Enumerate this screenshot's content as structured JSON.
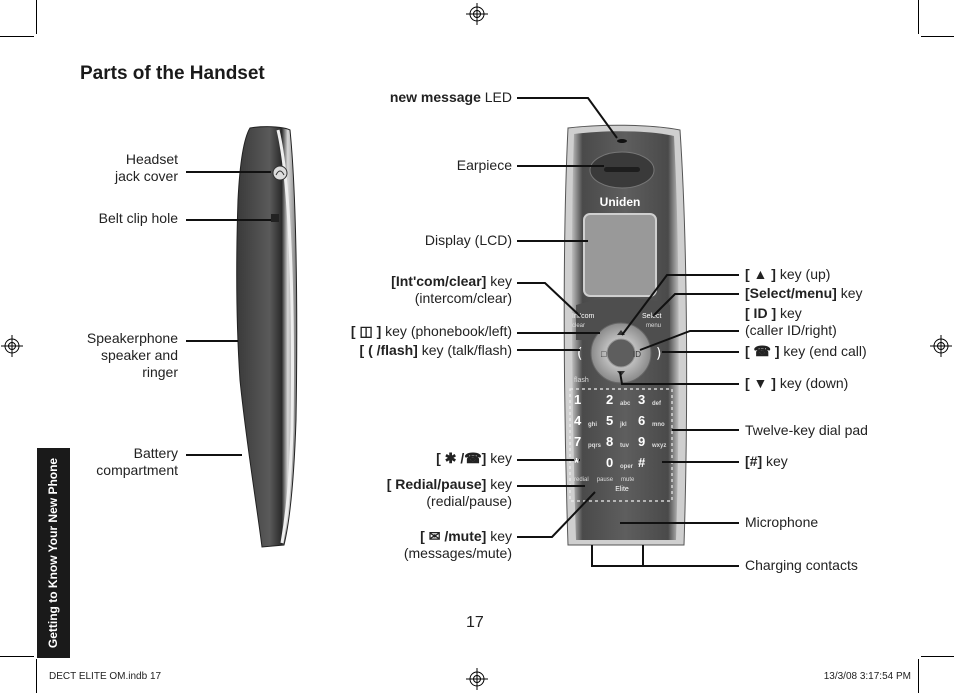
{
  "page": {
    "title": "Parts of the Handset",
    "side_tab": "Getting to Know Your New Phone",
    "page_number": "17",
    "footer_left": "DECT ELITE OM.indb   17",
    "footer_right": "13/3/08   3:17:54 PM"
  },
  "handset": {
    "brand": "Uniden",
    "keys": {
      "intcom": "Int'com",
      "clear": "clear",
      "select": "Select",
      "menu": "menu",
      "flash": "flash",
      "redial": "redial",
      "pause": "pause",
      "mute": "mute",
      "model": "Elite",
      "digits": [
        "1",
        "2",
        "3",
        "4",
        "5",
        "6",
        "7",
        "8",
        "9",
        "*",
        "0",
        "#"
      ],
      "letters": [
        "",
        "abc",
        "def",
        "ghi",
        "jkl",
        "mno",
        "pqrs",
        "tuv",
        "wxyz",
        "",
        "oper",
        ""
      ]
    }
  },
  "side_labels": {
    "headset_1": "Headset",
    "headset_2": "jack cover",
    "belt_clip": "Belt clip hole",
    "speaker_1": "Speakerphone",
    "speaker_2": "speaker and",
    "speaker_3": "ringer",
    "battery_1": "Battery",
    "battery_2": "compartment"
  },
  "left_labels": {
    "new_message_bold": "new message",
    "new_message_rest": " LED",
    "earpiece": "Earpiece",
    "display": "Display (LCD)",
    "intcom_bold": "[Int'com/clear]",
    "intcom_rest": " key",
    "intcom_2": "(intercom/clear)",
    "phonebook_open": "[ ",
    "phonebook_close": " ]",
    "phonebook_rest": " key (phonebook/left)",
    "flash_bold": "[ (  /flash]",
    "flash_rest": " key (talk/flash)",
    "star_bold": "[ ✱ /☎]",
    "star_rest": " key",
    "redial_bold": "[ Redial/pause]",
    "redial_rest": " key",
    "redial_2": "(redial/pause)",
    "mute_bold": "[ ✉ /mute]",
    "mute_rest": " key",
    "mute_2": "(messages/mute)"
  },
  "right_labels": {
    "up_bold": "[ ▲ ]",
    "up_rest": " key (up)",
    "select_bold": "[Select/menu]",
    "select_rest": " key",
    "callerid_bold": "[ ID ]",
    "callerid_rest": " key",
    "callerid_2": "(caller ID/right)",
    "end_bold": "[ ☎ ]",
    "end_rest": " key (end call)",
    "down_bold": "[ ▼ ]",
    "down_rest": " key (down)",
    "dialpad": "Twelve-key dial pad",
    "hash_bold": "[#]",
    "hash_rest": " key",
    "microphone": "Microphone",
    "charging": "Charging contacts"
  }
}
